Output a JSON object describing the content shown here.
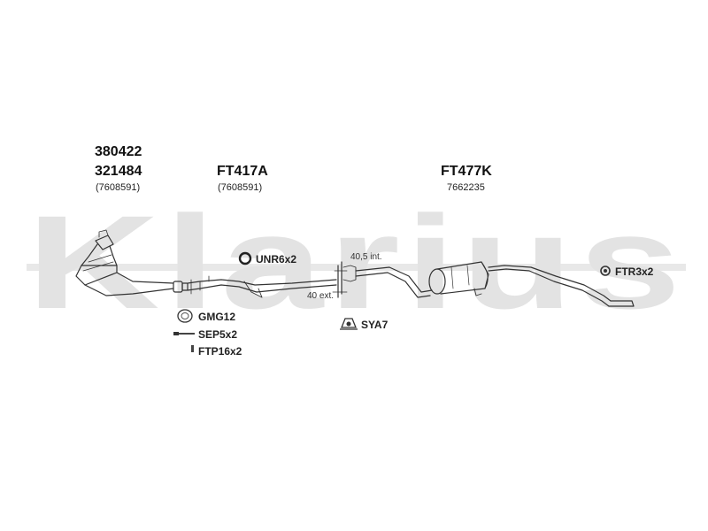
{
  "watermark": {
    "brand": "Klarius"
  },
  "groups": [
    {
      "codes": [
        "380422",
        "321484"
      ],
      "ref": "(7608591)"
    },
    {
      "codes": [
        "FT417A"
      ],
      "ref": "(7608591)"
    },
    {
      "codes": [
        "FT477K"
      ],
      "ref": "7662235"
    }
  ],
  "fittings": {
    "unr": "UNR6x2",
    "gmg": "GMG12",
    "sep": "SEP5x2",
    "ftp": "FTP16x2",
    "sya": "SYA7",
    "ftr": "FTR3x2"
  },
  "dimensions": {
    "internal": "40,5 int.",
    "external": "40 ext."
  }
}
